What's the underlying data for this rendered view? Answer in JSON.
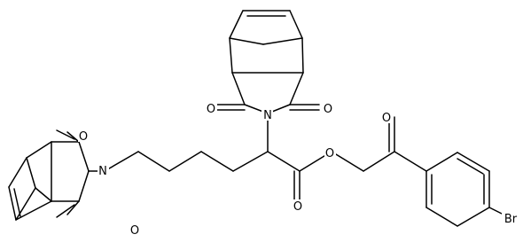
{
  "molecule": {
    "atoms": [
      {
        "id": "O1",
        "label": "O"
      },
      {
        "id": "O2",
        "label": "O"
      },
      {
        "id": "N1",
        "label": "N"
      },
      {
        "id": "O3",
        "label": "O"
      },
      {
        "id": "O4",
        "label": "O"
      },
      {
        "id": "N2",
        "label": "N"
      },
      {
        "id": "O5",
        "label": "O"
      },
      {
        "id": "O6",
        "label": "O"
      },
      {
        "id": "O7",
        "label": "O"
      },
      {
        "id": "Br",
        "label": "Br"
      }
    ]
  }
}
